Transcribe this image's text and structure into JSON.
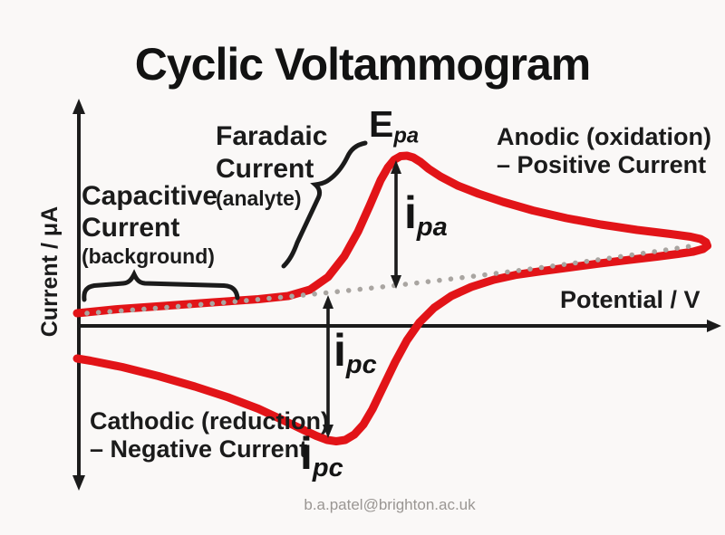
{
  "title": "Cyclic Voltammogram",
  "axes": {
    "y_label": "Current / μA",
    "x_label": "Potential / V"
  },
  "annotations": {
    "capacitive": {
      "line1": "Capacitive",
      "line2": "Current",
      "line3": "(background)"
    },
    "faradaic": {
      "line1": "Faradaic",
      "line2": "Current",
      "line3": "(analyte)"
    },
    "anodic": {
      "line1": "Anodic (oxidation)",
      "line2": "– Positive Current"
    },
    "cathodic": {
      "line1": "Cathodic (reduction)",
      "line2": "– Negative Current"
    },
    "epa": {
      "base": "E",
      "sub": "pa"
    },
    "ipa": {
      "base": "i",
      "sub": "pa"
    },
    "ipc_mid": {
      "base": "i",
      "sub": "pc"
    },
    "ipc_bottom": {
      "base": "i",
      "sub": "pc"
    }
  },
  "footer": "b.a.patel@brighton.ac.uk",
  "colors": {
    "curve_red": "#e21418",
    "baseline_gray": "#a9a5a1",
    "ink_black": "#1b1b1b",
    "background": "#faf8f7",
    "footer_gray": "#9a9693"
  }
}
